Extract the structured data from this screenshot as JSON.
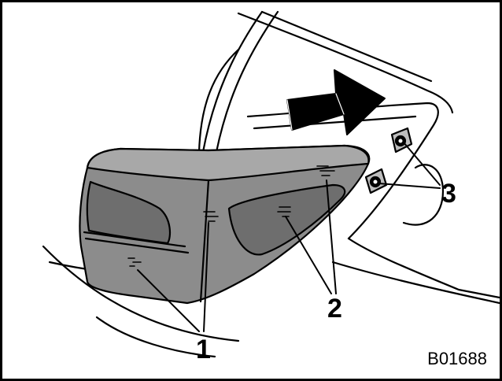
{
  "figure": {
    "code": "B01688",
    "callouts": [
      "1",
      "2",
      "3"
    ]
  },
  "colors": {
    "line": "#000000",
    "lamp_fill": "#8c8c8c",
    "lamp_dark": "#6e6e6e",
    "lamp_light": "#a8a8a8",
    "arrow": "#000000"
  },
  "icons": [
    "arrow-right-icon"
  ]
}
